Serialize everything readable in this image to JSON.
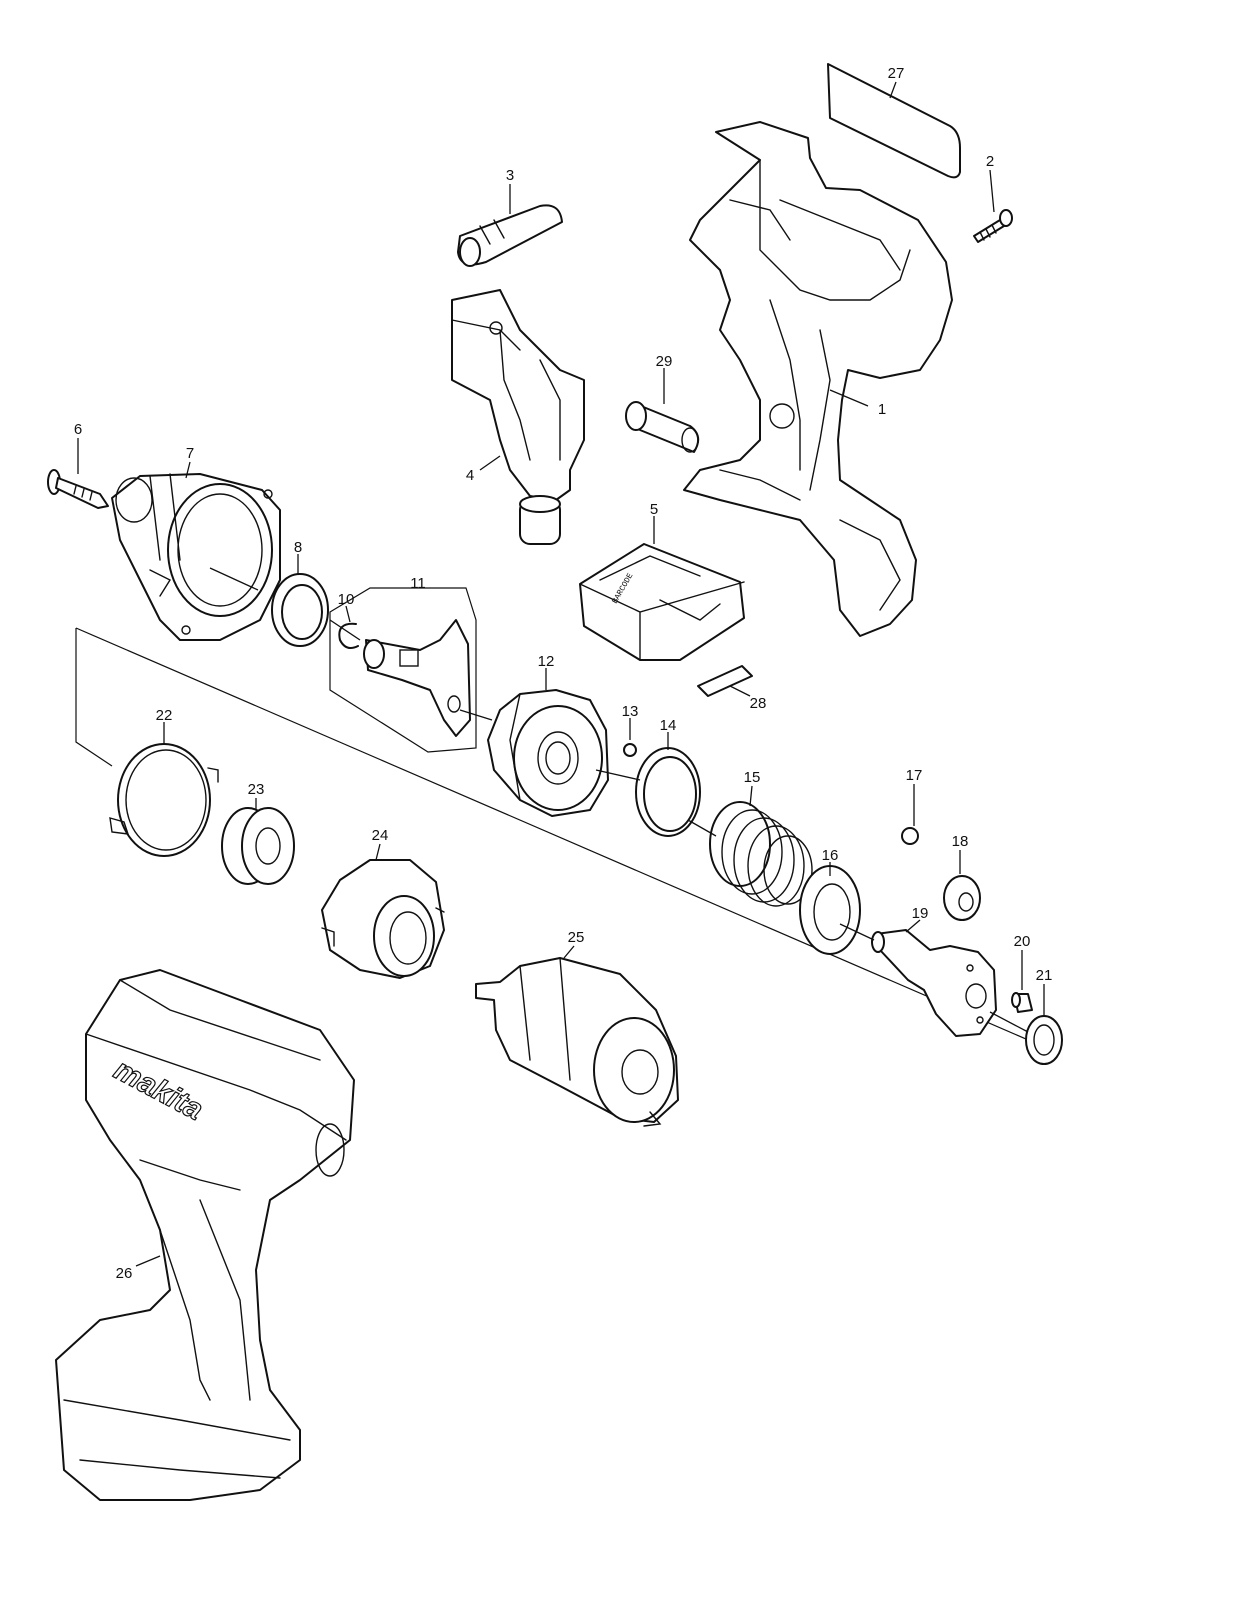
{
  "diagram": {
    "part_numbers": {
      "p1": "1",
      "p2": "2",
      "p3": "3",
      "p4": "4",
      "p5": "5",
      "p6": "6",
      "p7": "7",
      "p8": "8",
      "p10": "10",
      "p11": "11",
      "p12": "12",
      "p13": "13",
      "p14": "14",
      "p15": "15",
      "p16": "16",
      "p17": "17",
      "p18": "18",
      "p19": "19",
      "p20": "20",
      "p21": "21",
      "p22": "22",
      "p23": "23",
      "p24": "24",
      "p25": "25",
      "p26": "26",
      "p27": "27",
      "p28": "28",
      "p29": "29"
    },
    "logo_text": "makita"
  }
}
